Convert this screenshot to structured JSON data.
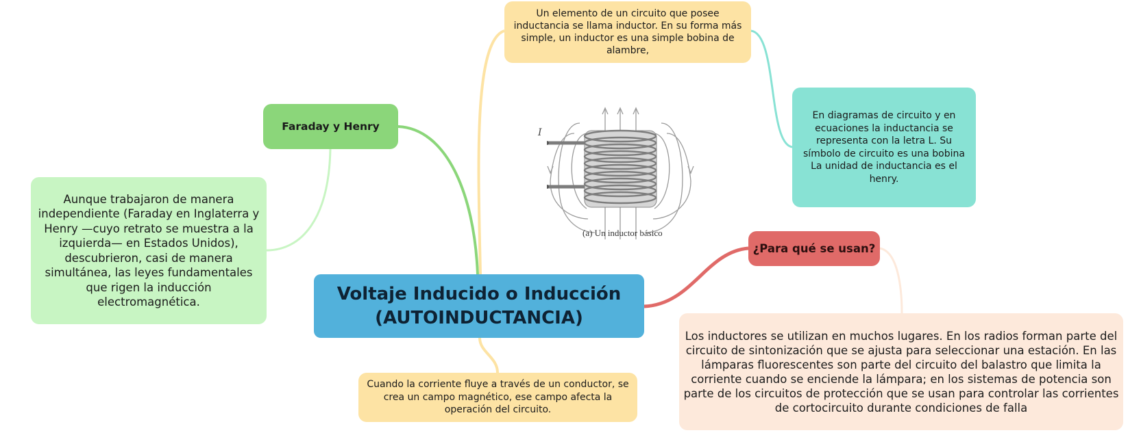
{
  "mindmap": {
    "central_topic": {
      "line1": "Voltaje Inducido o Inducción",
      "line2": "(AUTOINDUCTANCIA)"
    },
    "faraday_henry": {
      "title": "Faraday y Henry",
      "detail": "Aunque trabajaron de manera independiente (Faraday en Inglaterra y Henry —cuyo retrato se muestra a la izquierda— en Estados Unidos), descubrieron, casi de manera simultánea, las leyes fundamentales que rigen la inducción electromagnética."
    },
    "inductor_definition": {
      "text": "Un elemento de un circuito que posee inductancia se llama inductor. En su forma más simple, un inductor es una simple bobina de alambre,"
    },
    "inductance_symbol": {
      "text": "En diagramas de circuito y en ecuaciones la inductancia se representa con la letra L. Su símbolo de circuito es una bobina La unidad de inductancia es el henry."
    },
    "uses": {
      "title": "¿Para qué se usan?",
      "detail": "Los inductores se utilizan en muchos lugares. En los radios forman parte del circuito de sintonización que se ajusta para seleccionar una estación. En las lámparas fluorescentes son parte del circuito del balastro que limita la corriente cuando se enciende la lámpara; en los sistemas de potencia son parte de los circuitos de protección que se usan para controlar las corrientes de cortocircuito durante condiciones de falla"
    },
    "current_effect": {
      "text": "Cuando la corriente fluye a través de un conductor, se crea un campo magnético, ese campo afecta la operación del circuito."
    },
    "figure": {
      "current_label": "I",
      "caption": "(a) Un inductor básico"
    },
    "colors": {
      "central": "#52b1db",
      "faraday_branch": "#8bd67a",
      "faraday_detail": "#c8f5c3",
      "yellow_branch": "#fde3a4",
      "teal_branch": "#88e2d4",
      "uses_branch": "#e06a68",
      "uses_detail": "#fde9db"
    }
  }
}
